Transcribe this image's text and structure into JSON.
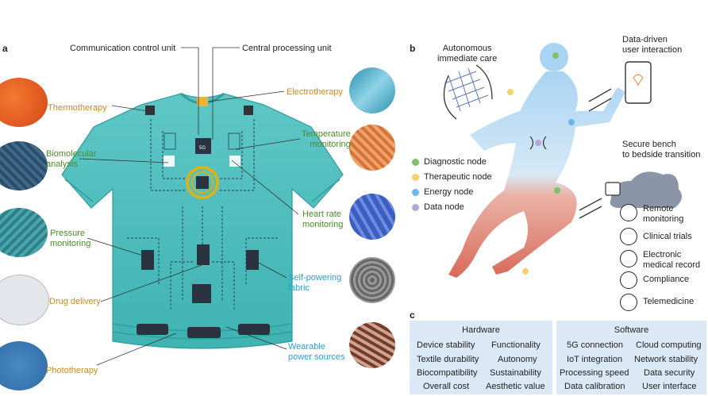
{
  "panel_a": {
    "letter": "a",
    "top_labels": {
      "comm": "Communication control unit",
      "cpu": "Central processing unit"
    },
    "left_labels": [
      {
        "text": "Thermotherapy",
        "color": "orange"
      },
      {
        "text": "Biomolecular\nanalysis",
        "color": "green"
      },
      {
        "text": "Pressure\nmonitoring",
        "color": "green"
      },
      {
        "text": "Drug delivery",
        "color": "orange"
      },
      {
        "text": "Phototherapy",
        "color": "orange"
      }
    ],
    "right_labels": [
      {
        "text": "Electrotherapy",
        "color": "orange"
      },
      {
        "text": "Temperature\nmonitoring",
        "color": "green"
      },
      {
        "text": "Heart rate\nmonitoring",
        "color": "green"
      },
      {
        "text": "Self-powering\nfabric",
        "color": "blue"
      },
      {
        "text": "Wearable\npower sources",
        "color": "blue"
      }
    ],
    "chip_label": "5G"
  },
  "panel_b": {
    "letter": "b",
    "autonomous": "Autonomous\nimmediate care",
    "data_driven": "Data-driven\nuser interaction",
    "secure": "Secure bench\nto bedside transition",
    "legend": [
      {
        "label": "Diagnostic node",
        "color": "#7cc36b"
      },
      {
        "label": "Therapeutic node",
        "color": "#f2d36b"
      },
      {
        "label": "Energy node",
        "color": "#6bb8e8"
      },
      {
        "label": "Data node",
        "color": "#b9a6d9"
      }
    ],
    "list": [
      {
        "label": "Remote\nmonitoring",
        "icon": "stethoscope-icon"
      },
      {
        "label": "Clinical trials",
        "icon": "microscope-icon"
      },
      {
        "label": "Electronic\nmedical record",
        "icon": "document-icon"
      },
      {
        "label": "Compliance",
        "icon": "handshake-icon"
      },
      {
        "label": "Telemedicine",
        "icon": "people-icon"
      }
    ]
  },
  "panel_c": {
    "letter": "c",
    "hardware": {
      "title": "Hardware",
      "col1": [
        "Device stability",
        "Textile durability",
        "Biocompatibility",
        "Overall cost"
      ],
      "col2": [
        "Functionality",
        "Autonomy",
        "Sustainability",
        "Aesthetic value"
      ]
    },
    "software": {
      "title": "Software",
      "col1": [
        "5G connection",
        "IoT integration",
        "Processing speed",
        "Data calibration"
      ],
      "col2": [
        "Cloud computing",
        "Network stability",
        "Data security",
        "User interface"
      ]
    }
  }
}
